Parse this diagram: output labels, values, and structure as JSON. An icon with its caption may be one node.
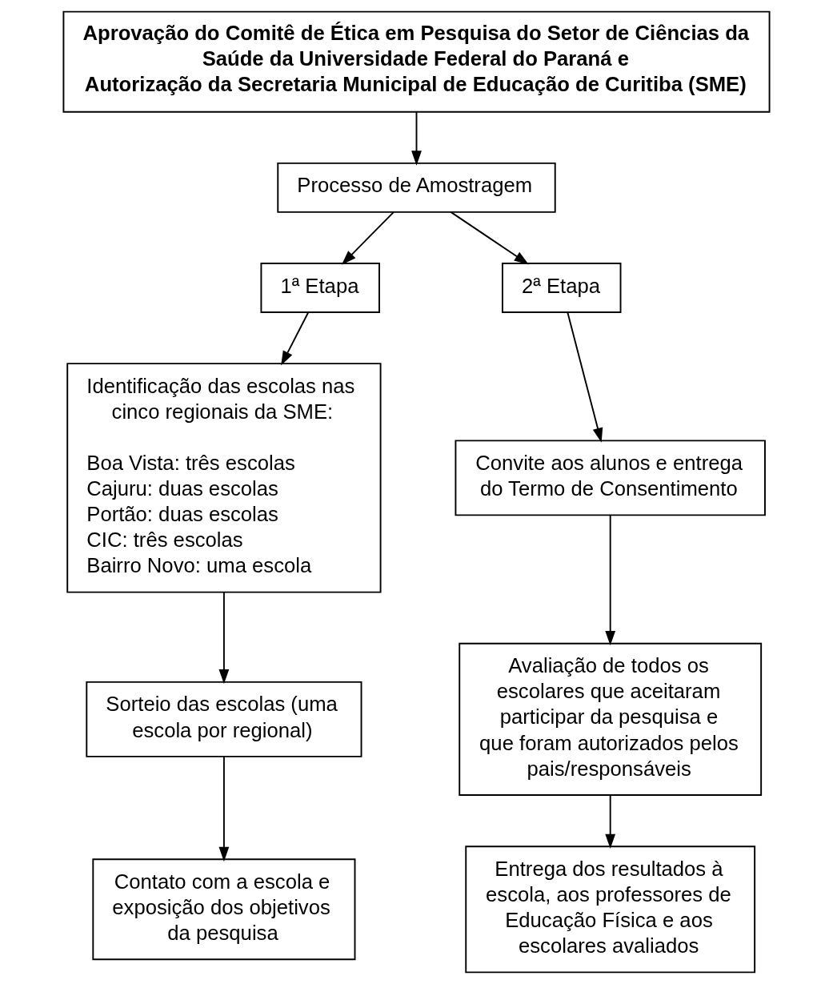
{
  "diagram": {
    "nodes": [
      {
        "text": [
          "Aprovação do Comitê de Ética em Pesquisa do Setor de Ciências da Saúde da Universidade Federal do Paraná e",
          "Autorização da Secretaria Municipal de Educação de Curitiba (SME)"
        ]
      },
      {
        "text": [
          "Processo de Amostragem"
        ]
      },
      {
        "text": [
          "1ª Etapa"
        ]
      },
      {
        "text": [
          "2ª Etapa"
        ]
      },
      {
        "text": [
          "Identificação das escolas nas cinco regionais da SME:",
          "Boa Vista: três escolas",
          "Cajuru: duas escolas",
          "Portão: duas escolas",
          "CIC: três escolas",
          "Bairro Novo: uma escola"
        ]
      },
      {
        "text": [
          "Convite aos alunos e entrega do Termo de Consentimento"
        ]
      },
      {
        "text": [
          "Sorteio das escolas (uma escola por regional)"
        ]
      },
      {
        "text": [
          "Avaliação de todos os escolares que aceitaram participar da pesquisa e que foram autorizados pelos pais/responsáveis"
        ]
      },
      {
        "text": [
          "Contato com a escola e exposição dos objetivos da pesquisa"
        ]
      },
      {
        "text": [
          "Entrega dos resultados à escola, aos professores de Educação Física e aos escolares avaliados"
        ]
      }
    ],
    "edges": [
      {
        "from": 0,
        "to": 1,
        "arrow": "to"
      },
      {
        "from": 1,
        "to": 2,
        "arrow": "to"
      },
      {
        "from": 1,
        "to": 3,
        "arrow": "to"
      },
      {
        "from": 2,
        "to": 4,
        "arrow": "to"
      },
      {
        "from": 3,
        "to": 5,
        "arrow": "to"
      },
      {
        "from": 4,
        "to": 6,
        "arrow": "to"
      },
      {
        "from": 5,
        "to": 7,
        "arrow": "to"
      },
      {
        "from": 6,
        "to": 8,
        "arrow": "to"
      },
      {
        "from": 7,
        "to": 9,
        "arrow": "to"
      }
    ]
  }
}
